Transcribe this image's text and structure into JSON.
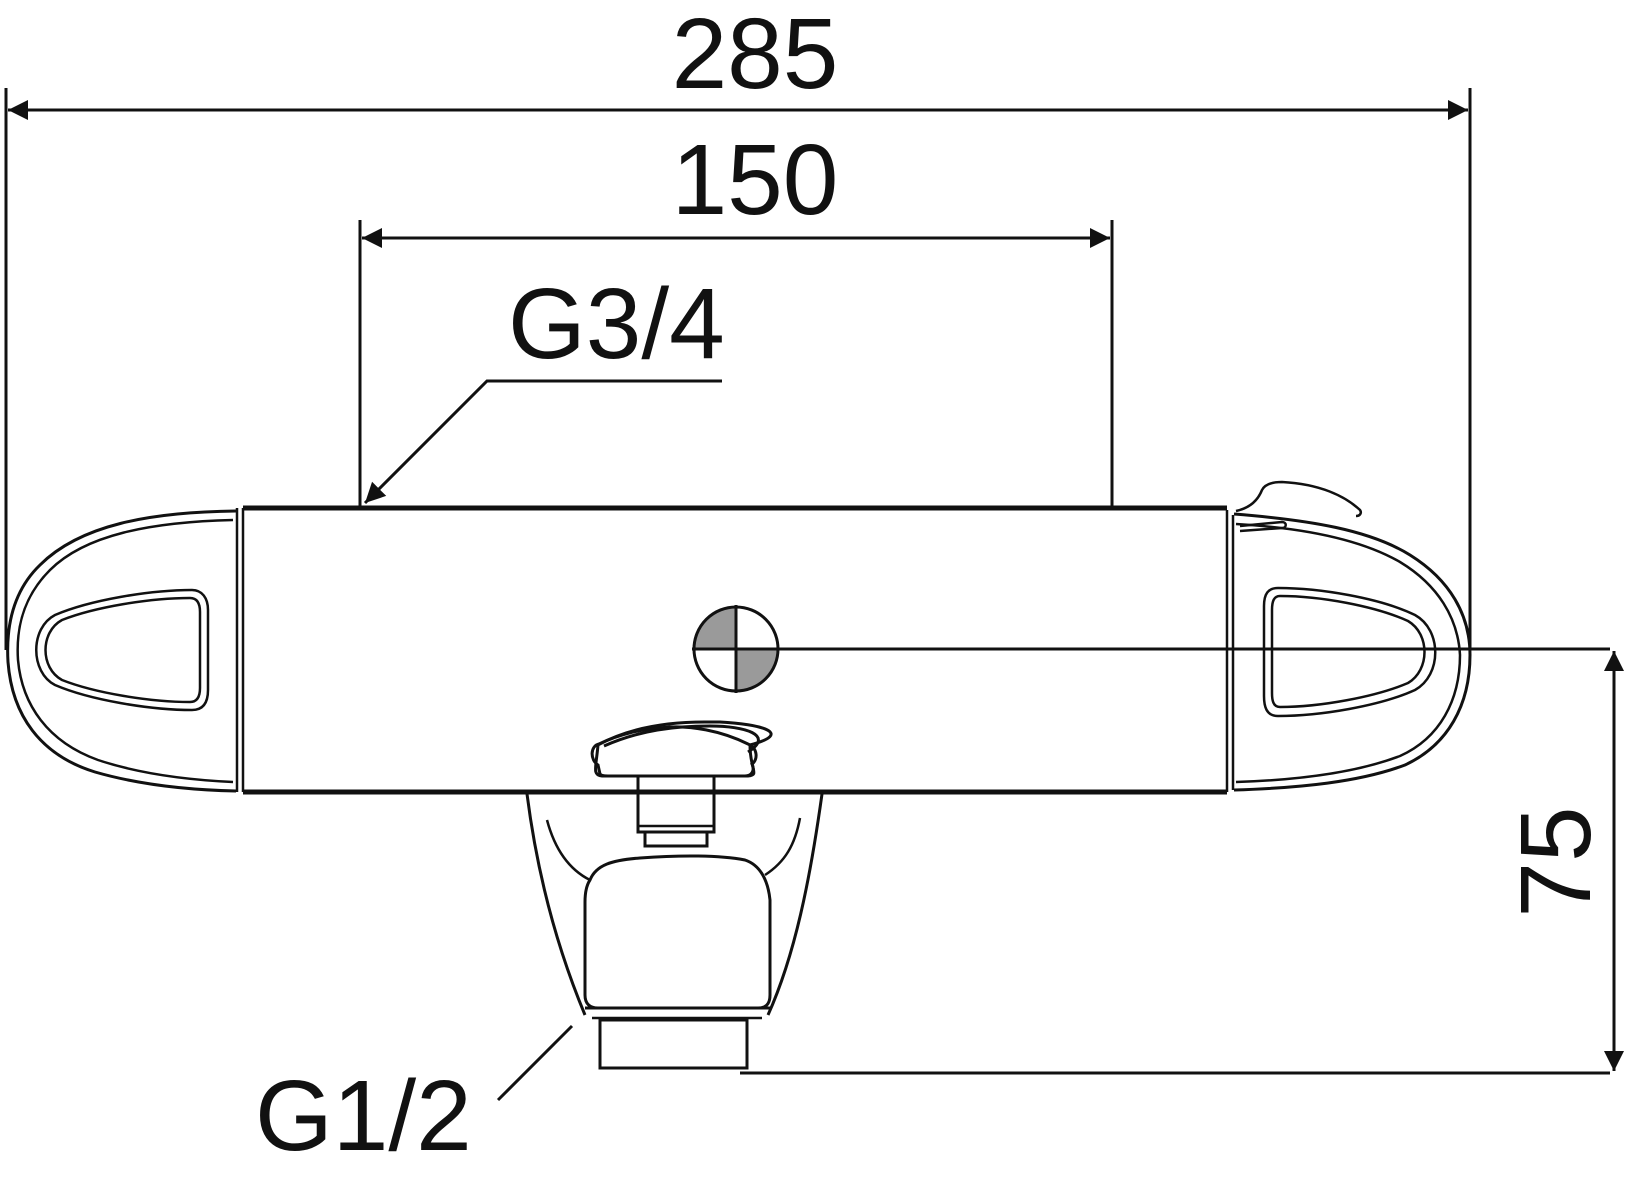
{
  "dimensions": {
    "overall_width": "285",
    "inlet_spacing": "150",
    "inlet_thread": "G3/4",
    "outlet_thread": "G1/2",
    "center_height": "75"
  },
  "colors": {
    "line": "#111111",
    "fill": "#ffffff",
    "center_mark_fill": "#9a9a9a"
  }
}
